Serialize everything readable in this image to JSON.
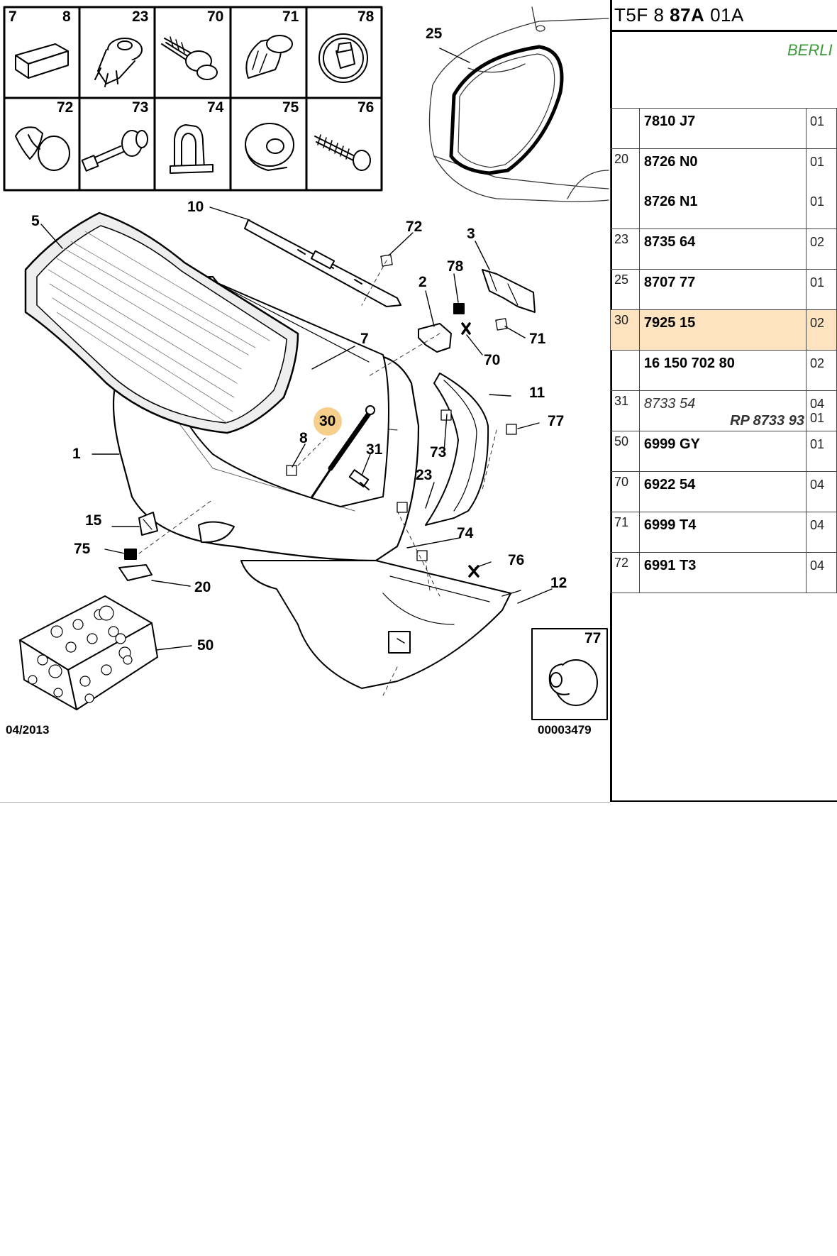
{
  "panel": {
    "code_prefix": "T5F 8 ",
    "code_bold": "87A",
    "code_suffix": " 01A",
    "heading": "BERLI"
  },
  "footer": {
    "date": "04/2013",
    "diagram_number": "00003479"
  },
  "inset_grid": {
    "row1": [
      "7",
      "8",
      "23",
      "70",
      "71",
      "78"
    ],
    "row2": [
      "72",
      "73",
      "74",
      "75",
      "76"
    ]
  },
  "inset_77": "77",
  "callouts": [
    "1",
    "2",
    "3",
    "5",
    "7",
    "8",
    "10",
    "11",
    "12",
    "15",
    "20",
    "23",
    "25",
    "30",
    "31",
    "50",
    "70",
    "71",
    "72",
    "73",
    "74",
    "75",
    "76",
    "77",
    "78"
  ],
  "parts": [
    {
      "ref": "",
      "lines": [
        {
          "part": "7810 J7",
          "qty": "01"
        }
      ]
    },
    {
      "ref": "20",
      "lines": [
        {
          "part": "8726 N0",
          "qty": "01"
        },
        {
          "part": "8726 N1",
          "qty": "01"
        }
      ]
    },
    {
      "ref": "23",
      "lines": [
        {
          "part": "8735 64",
          "qty": "02"
        }
      ]
    },
    {
      "ref": "25",
      "lines": [
        {
          "part": "8707 77",
          "qty": "01"
        }
      ]
    },
    {
      "ref": "30",
      "highlight": true,
      "lines": [
        {
          "part": "7925 15",
          "qty": "02"
        }
      ]
    },
    {
      "ref": "",
      "lines": [
        {
          "part": "16 150 702 80",
          "qty": "02"
        }
      ]
    },
    {
      "ref": "31",
      "lines": [
        {
          "part": "8733 54",
          "qty": "04",
          "italic": true,
          "replacement": "RP 8733 93",
          "replacement_qty": "01"
        }
      ]
    },
    {
      "ref": "50",
      "lines": [
        {
          "part": "6999 GY",
          "qty": "01"
        }
      ]
    },
    {
      "ref": "70",
      "lines": [
        {
          "part": "6922 54",
          "qty": "04"
        }
      ]
    },
    {
      "ref": "71",
      "lines": [
        {
          "part": "6999 T4",
          "qty": "04"
        }
      ]
    },
    {
      "ref": "72",
      "lines": [
        {
          "part": "6991 T3",
          "qty": "04"
        }
      ]
    }
  ],
  "colors": {
    "highlight_row": "#fde3bf",
    "highlight_callout": "#f6cf8c",
    "heading_green": "#3a9a3a"
  }
}
